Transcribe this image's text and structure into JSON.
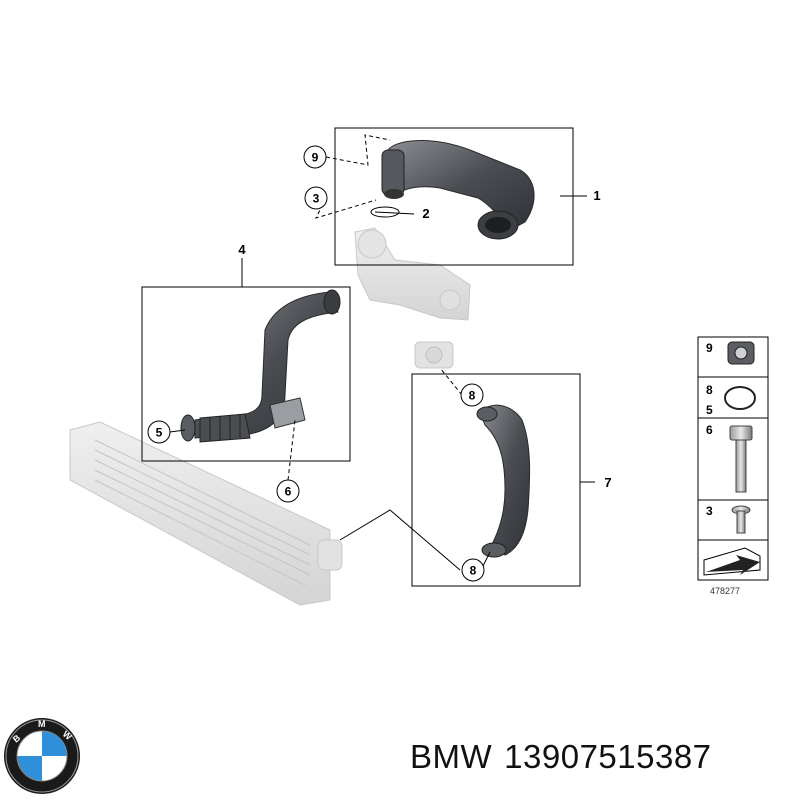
{
  "callouts": {
    "c1": "1",
    "c2": "2",
    "c3": "3",
    "c4": "4",
    "c5": "5",
    "c6": "6",
    "c7": "7",
    "c8a": "8",
    "c8b": "8",
    "c9": "9"
  },
  "legend": {
    "r9": "9",
    "r8": "8",
    "r5": "5",
    "r6": "6",
    "r3": "3"
  },
  "reference_number": "478277",
  "brand": {
    "name": "BMW",
    "part_number": "13907515387",
    "logo_letters": [
      "B",
      "M",
      "W"
    ]
  },
  "colors": {
    "hose_dark": "#4a4d52",
    "hose_mid": "#6f7378",
    "ghost_part": "#dcdcdc",
    "frame": "#000000",
    "logo_blue": "#2f8fd8"
  }
}
